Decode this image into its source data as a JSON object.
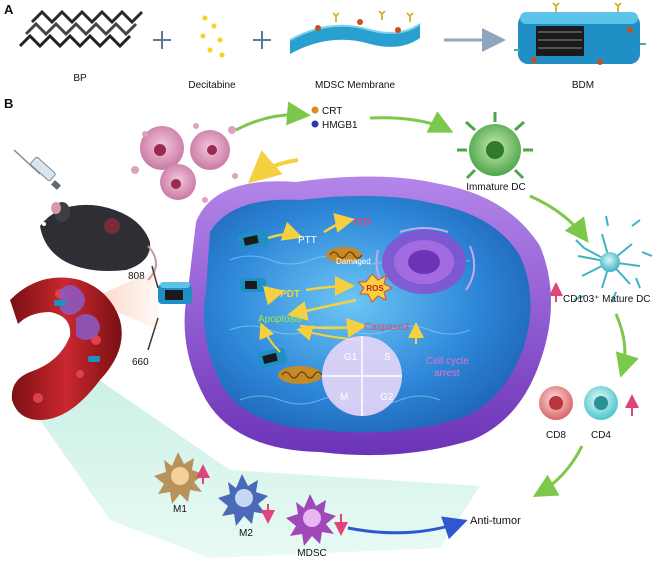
{
  "panel_a": {
    "letter": "A",
    "items": [
      "BP",
      "Decitabine",
      "MDSC Membrane",
      "BDM"
    ]
  },
  "panel_b": {
    "letter": "B",
    "laser_top": "808",
    "laser_bottom": "660",
    "legend": {
      "crt": "CRT",
      "hmgb1": "HMGB1"
    },
    "cell": {
      "ptt": "PTT",
      "pdt": "PDT",
      "icd": "ICD",
      "ros": "ROS",
      "damaged": "Damaged",
      "apoptosis": "Apoptosis",
      "caspase": "Caspase3",
      "cycle": {
        "g1": "G1",
        "s": "S",
        "m": "M",
        "g2": "G2"
      },
      "arrest_line1": "Cell cycle",
      "arrest_line2": "arrest"
    },
    "immune": {
      "immature_dc": "Immature DC",
      "mature_dc": "CD103⁺ Mature DC",
      "cd8": "CD8",
      "cd4": "CD4",
      "anti_tumor": "Anti-tumor",
      "m1": "M1",
      "m2": "M2",
      "mdsc": "MDSC"
    },
    "colors": {
      "crt": "#e08a1e",
      "hmgb1": "#2a3aa8",
      "up_arrow": "#e0447a",
      "cell_blue": "#2f8fd6",
      "membrane_purple": "#8a4fd0",
      "flow_green": "#7cc84a"
    }
  }
}
